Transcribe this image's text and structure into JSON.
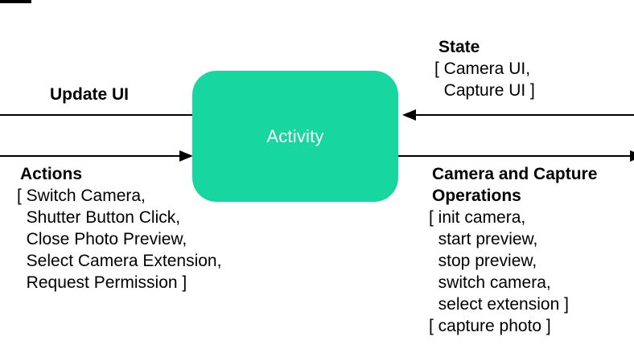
{
  "node": {
    "label": "Activity",
    "fill": "#17d6a0",
    "text_color": "#ffffff"
  },
  "edges": {
    "update_ui": {
      "label": "Update UI",
      "direction": "out-of-activity-to-left"
    },
    "actions": {
      "label": "Actions",
      "direction": "into-activity-from-left",
      "items": [
        "[ Switch Camera,",
        "  Shutter Button Click,",
        "  Close Photo Preview,",
        "  Select Camera Extension,",
        "  Request Permission ]"
      ]
    },
    "state": {
      "label": "State",
      "direction": "into-activity-from-right",
      "items": [
        "[ Camera UI,",
        "  Capture UI ]"
      ]
    },
    "camera_ops": {
      "label_lines": [
        "Camera and Capture",
        "Operations"
      ],
      "direction": "out-of-activity-to-right",
      "items": [
        "[ init camera,",
        "  start preview,",
        "  stop preview,",
        "  switch camera,",
        "  select extension ]",
        "[ capture photo ]"
      ]
    }
  }
}
